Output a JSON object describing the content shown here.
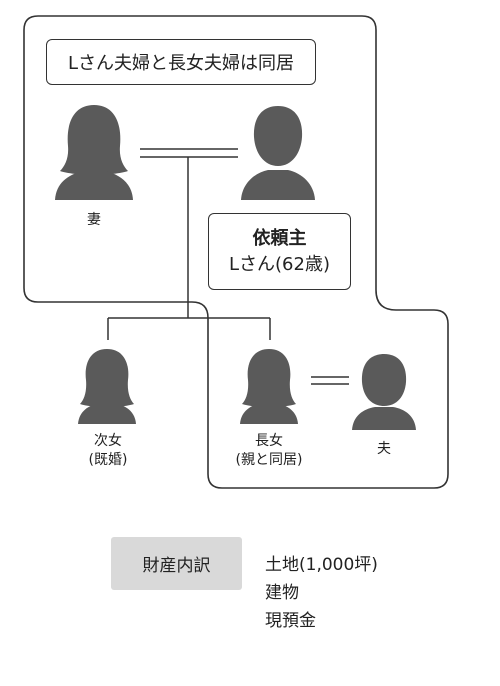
{
  "header_note": "Lさん夫婦と長女夫婦は同居",
  "client": {
    "title": "依頼主",
    "name": "Lさん(62歳)"
  },
  "people": {
    "wife": {
      "label": "妻"
    },
    "second_daughter": {
      "label": "次女",
      "sub": "(既婚)"
    },
    "eldest_daughter": {
      "label": "長女",
      "sub": "(親と同居)"
    },
    "husband": {
      "label": "夫"
    }
  },
  "assets": {
    "badge": "財産内訳",
    "items": [
      "土地(1,000坪)",
      "建物",
      "現預金"
    ]
  },
  "colors": {
    "silhouette": "#5a5a5a",
    "line": "#333333",
    "badge_bg": "#d9d9d9"
  }
}
